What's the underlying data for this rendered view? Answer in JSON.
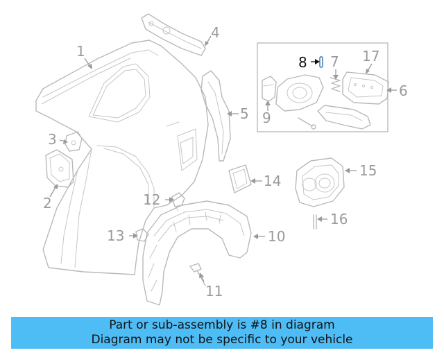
{
  "diagram": {
    "callouts": [
      "1",
      "2",
      "3",
      "4",
      "5",
      "6",
      "7",
      "8",
      "9",
      "10",
      "11",
      "12",
      "13",
      "14",
      "15",
      "16",
      "17"
    ],
    "highlighted_callout": "8",
    "colors": {
      "line": "#b9b9b9",
      "label": "#9a9a9a",
      "highlight": "#111111",
      "banner": "#4fbdf5",
      "pin": "#3a6fb0"
    }
  },
  "banner": {
    "line1": "Part or sub-assembly is #8 in diagram",
    "line2": "Diagram may not be specific to your vehicle"
  }
}
